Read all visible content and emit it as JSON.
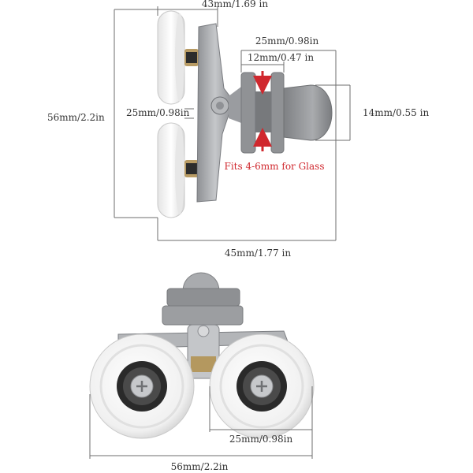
{
  "colors": {
    "dimension_line": "#6e6e6e",
    "label_text": "#333333",
    "glass_callout": "#d0282e",
    "wheel": "#f2f2f2",
    "wheel_shadow": "#c9c9c9",
    "bracket_metal": "#a7a9ad",
    "clamp_grey": "#8d8f92",
    "bearing_black": "#2a2a2a"
  },
  "top_view": {
    "width_top": "43mm/1.69 in",
    "clamp_outer_width": "25mm/0.98in",
    "clamp_inner_width": "12mm/0.47 in",
    "height_left": "56mm/2.2in",
    "wheel_diameter": "25mm/0.98in",
    "cap_diameter": "14mm/0.55 in",
    "glass_note": "Fits 4-6mm for Glass",
    "width_bottom": "45mm/1.77 in"
  },
  "front_view": {
    "wheel_diameter": "25mm/0.98in",
    "overall_width": "56mm/2.2in"
  }
}
